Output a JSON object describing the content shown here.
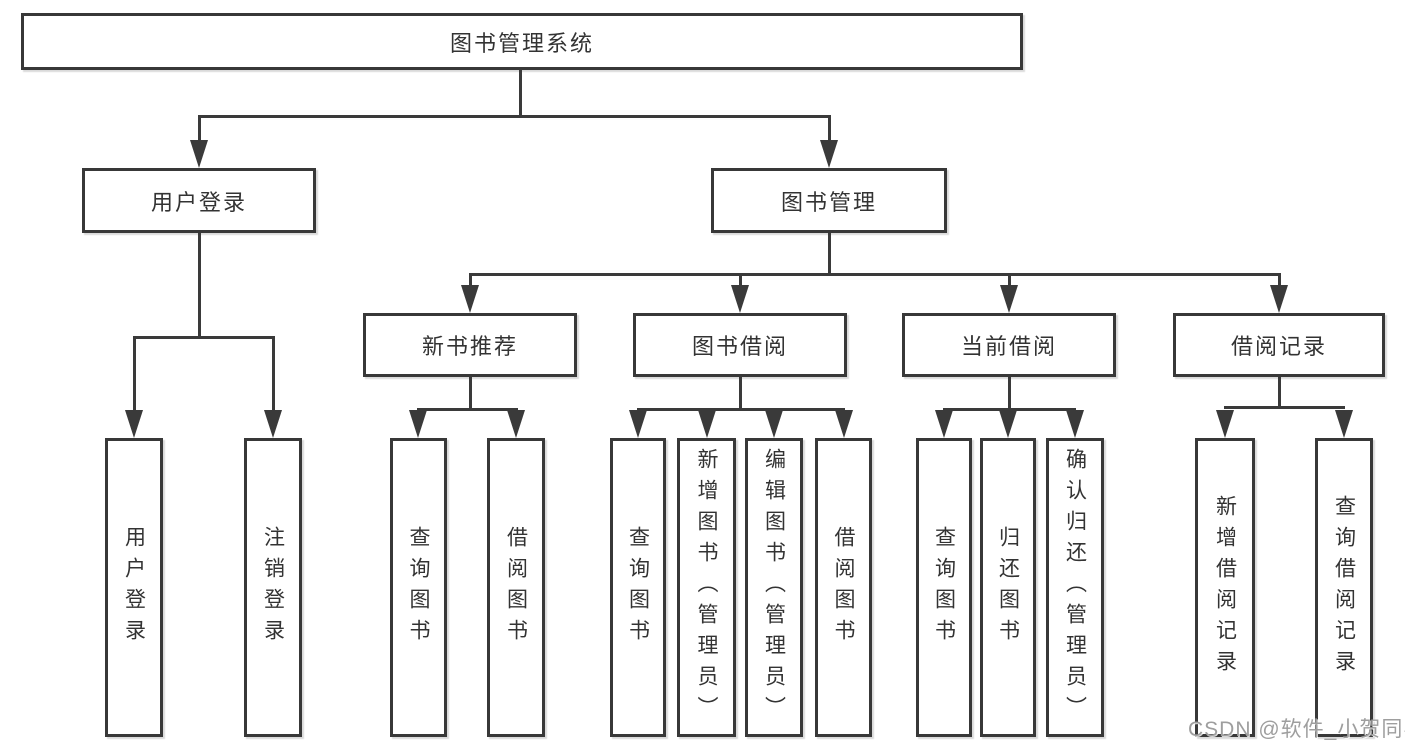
{
  "tree": {
    "root": {
      "label": "图书管理系统",
      "children": [
        {
          "label": "用户登录",
          "children": [
            {
              "label": "用户登录"
            },
            {
              "label": "注销登录"
            }
          ]
        },
        {
          "label": "图书管理",
          "children": [
            {
              "label": "新书推荐",
              "children": [
                {
                  "label": "查询图书"
                },
                {
                  "label": "借阅图书"
                }
              ]
            },
            {
              "label": "图书借阅",
              "children": [
                {
                  "label": "查询图书"
                },
                {
                  "label": "新增图书（管理员）"
                },
                {
                  "label": "编辑图书（管理员）"
                },
                {
                  "label": "借阅图书"
                }
              ]
            },
            {
              "label": "当前借阅",
              "children": [
                {
                  "label": "查询图书"
                },
                {
                  "label": "归还图书"
                },
                {
                  "label": "确认归还（管理员）"
                }
              ]
            },
            {
              "label": "借阅记录",
              "children": [
                {
                  "label": "新增借阅记录"
                },
                {
                  "label": "查询借阅记录"
                }
              ]
            }
          ]
        }
      ]
    }
  },
  "watermark": {
    "text": "CSDN @软件_小贺同学"
  },
  "colors": {
    "line": "#3a3a3a",
    "box_border": "#383838",
    "text": "#333333",
    "watermark_text": "#9e9e9e",
    "background": "#ffffff"
  }
}
